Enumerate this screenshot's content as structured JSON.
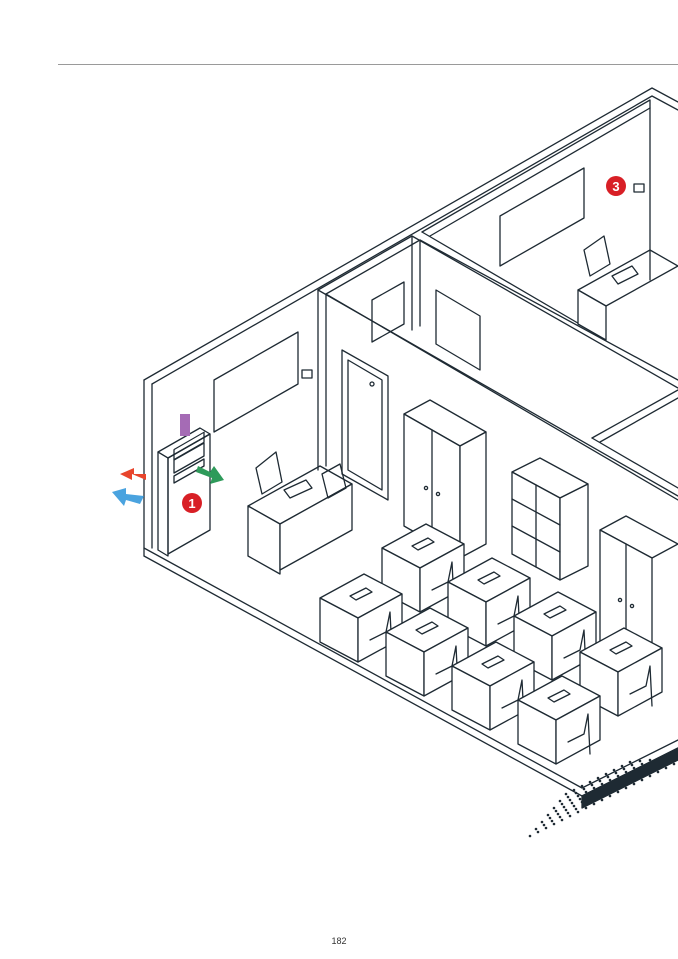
{
  "figure": {
    "markers": [
      {
        "label": "1"
      },
      {
        "label": "3"
      }
    ],
    "airflow_arrows": [
      {
        "name": "supply-air-arrow",
        "color": "#4aa3df"
      },
      {
        "name": "exhaust-air-arrow",
        "color": "#e8452c"
      },
      {
        "name": "outdoor-air-arrow",
        "color": "#a56bb5"
      },
      {
        "name": "room-supply-arrow",
        "color": "#2e9a5a"
      }
    ],
    "colors": {
      "marker": "#d81f26",
      "line": "#1e2a33",
      "slab": "#1e2a33"
    }
  },
  "footer": {
    "page_number": "182"
  }
}
